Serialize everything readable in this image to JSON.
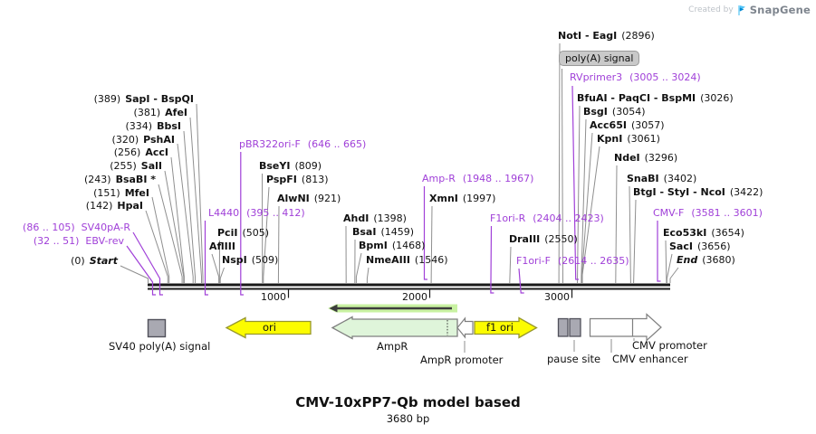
{
  "watermark": {
    "created_by": "Created by",
    "brand": "SnapGene"
  },
  "title": {
    "name": "CMV-10xPP7-Qb model based",
    "length": "3680 bp"
  },
  "map": {
    "ticks": [
      {
        "label": "1000"
      },
      {
        "label": "2000"
      },
      {
        "label": "3000"
      }
    ],
    "start": {
      "num": "(0)",
      "name": "Start"
    },
    "end": {
      "name": "End",
      "num": "(3680)"
    }
  },
  "enzymes": [
    {
      "num": "(389)",
      "name": "SapI - BspQI"
    },
    {
      "num": "(381)",
      "name": "AfeI"
    },
    {
      "num": "(334)",
      "name": "BbsI"
    },
    {
      "num": "(320)",
      "name": "PshAI"
    },
    {
      "num": "(256)",
      "name": "AccI"
    },
    {
      "num": "(255)",
      "name": "SalI"
    },
    {
      "num": "(243)",
      "name": "BsaBI *"
    },
    {
      "num": "(151)",
      "name": "MfeI"
    },
    {
      "num": "(142)",
      "name": "HpaI"
    },
    {
      "name": "PciI",
      "num": "(505)"
    },
    {
      "name": "AflIII",
      "num": ""
    },
    {
      "name": "NspI",
      "num": "(509)"
    },
    {
      "name": "BseYI",
      "num": "(809)"
    },
    {
      "name": "PspFI",
      "num": "(813)"
    },
    {
      "name": "AlwNI",
      "num": "(921)"
    },
    {
      "name": "AhdI",
      "num": "(1398)"
    },
    {
      "name": "BsaI",
      "num": "(1459)"
    },
    {
      "name": "BpmI",
      "num": "(1468)"
    },
    {
      "name": "NmeAIII",
      "num": "(1546)"
    },
    {
      "name": "XmnI",
      "num": "(1997)"
    },
    {
      "name": "DraIII",
      "num": "(2550)"
    },
    {
      "name": "NotI - EagI",
      "num": "(2896)"
    },
    {
      "name": "BfuAI - PaqCI - BspMI",
      "num": "(3026)"
    },
    {
      "name": "BsgI",
      "num": "(3054)"
    },
    {
      "name": "Acc65I",
      "num": "(3057)"
    },
    {
      "name": "KpnI",
      "num": "(3061)"
    },
    {
      "name": "NdeI",
      "num": "(3296)"
    },
    {
      "name": "SnaBI",
      "num": "(3402)"
    },
    {
      "name": "BtgI - StyI - NcoI",
      "num": "(3422)"
    },
    {
      "name": "Eco53kI",
      "num": "(3654)"
    },
    {
      "name": "SacI",
      "num": "(3656)"
    }
  ],
  "primers": [
    {
      "name": "SV40pA-R",
      "range": "(86 .. 105)"
    },
    {
      "name": "EBV-rev",
      "range": "(32 .. 51)"
    },
    {
      "name": "L4440",
      "range": "(395 .. 412)"
    },
    {
      "name": "pBR322ori-F",
      "range": "(646 .. 665)"
    },
    {
      "name": "Amp-R",
      "range": "(1948 .. 1967)"
    },
    {
      "name": "F1ori-R",
      "range": "(2404 .. 2423)"
    },
    {
      "name": "F1ori-F",
      "range": "(2614 .. 2635)"
    },
    {
      "name": "RVprimer3",
      "range": "(3005 .. 3024)"
    },
    {
      "name": "CMV-F",
      "range": "(3581 .. 3601)"
    }
  ],
  "features": {
    "sv40_polya": "SV40 poly(A) signal",
    "ori": "ori",
    "ampr": "AmpR",
    "ampr_promoter": "AmpR promoter",
    "f1_ori": "f1 ori",
    "polya_badge": "poly(A) signal",
    "pause_site": "pause site",
    "cmv_promoter": "CMV promoter",
    "cmv_enhancer": "CMV enhancer"
  },
  "colors": {
    "primer": "#A040D8",
    "leader": "#8f8f8f",
    "ori_fill": "#FCFC00",
    "ampr_fill": "#DFF5DA"
  }
}
